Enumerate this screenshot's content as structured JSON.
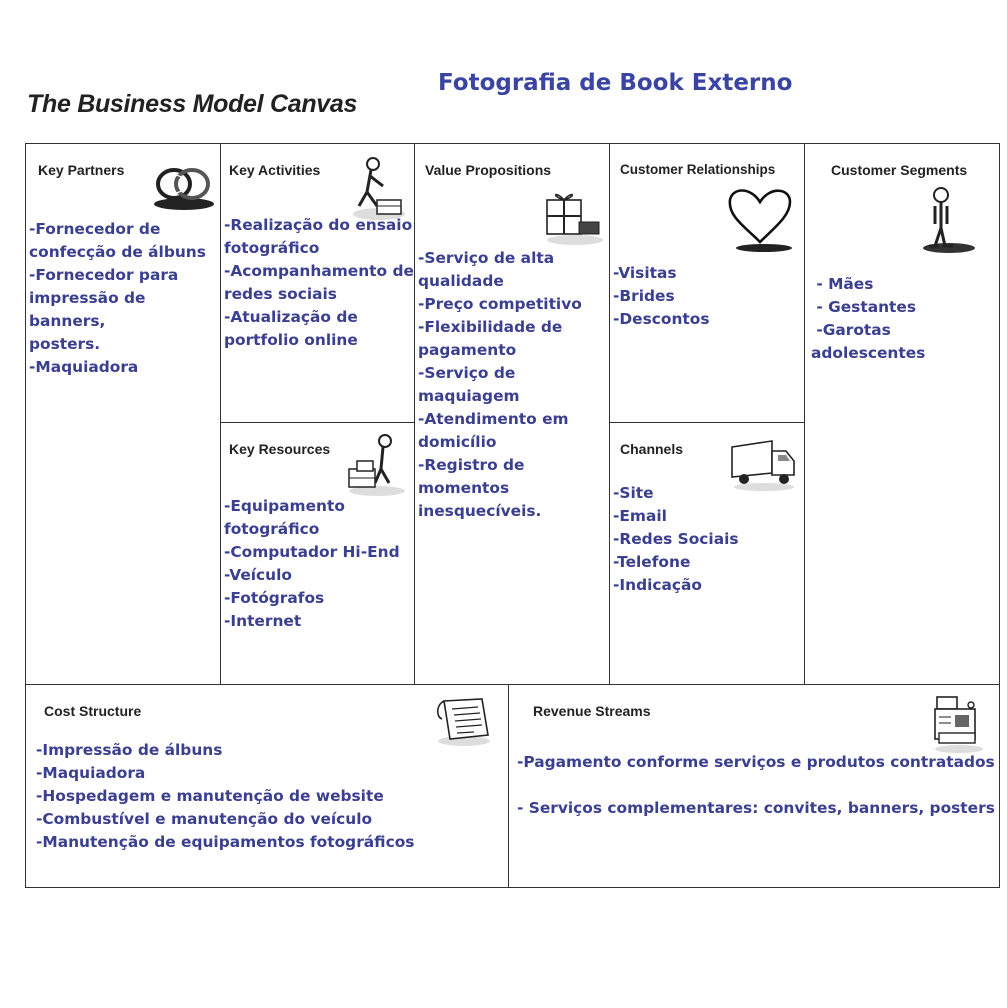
{
  "header": {
    "canvas_title": "The Business Model Canvas",
    "project_title": "Fotografia de Book Externo"
  },
  "blocks": {
    "key_partners": {
      "title": "Key Partners",
      "icon": "linked-rings-icon",
      "items": [
        "-Fornecedor de\nconfecção de álbuns",
        "-Fornecedor para\nimpressão de banners,\nposters.",
        "-Maquiadora"
      ]
    },
    "key_activities": {
      "title": "Key Activities",
      "icon": "person-working-icon",
      "items": [
        "-Realização do ensaio\nfotográfico",
        "-Acompanhamento de\nredes sociais",
        "-Atualização de\nportfolio online"
      ]
    },
    "key_resources": {
      "title": "Key Resources",
      "icon": "person-with-boxes-icon",
      "items": [
        "-Equipamento\nfotográfico",
        "-Computador Hi-End",
        "-Veículo",
        "-Fotógrafos",
        "-Internet"
      ]
    },
    "value_propositions": {
      "title": "Value Propositions",
      "icon": "gift-box-icon",
      "items": [
        "-Serviço de alta\nqualidade",
        "-Preço competitivo",
        "-Flexibilidade de\npagamento",
        "-Serviço de maquiagem",
        "-Atendimento em\ndomicílio",
        "-Registro de momentos\ninesquecíveis."
      ]
    },
    "customer_relationships": {
      "title": "Customer Relationships",
      "icon": "heart-icon",
      "items": [
        "-Visitas",
        "-Brides",
        "-Descontos"
      ]
    },
    "channels": {
      "title": "Channels",
      "icon": "delivery-truck-icon",
      "items": [
        "-Site",
        "-Email",
        "-Redes Sociais",
        "-Telefone",
        "-Indicação"
      ]
    },
    "customer_segments": {
      "title": "Customer Segments",
      "icon": "standing-person-icon",
      "items": [
        " - Mães",
        " - Gestantes",
        " -Garotas adolescentes"
      ]
    },
    "cost_structure": {
      "title": "Cost Structure",
      "icon": "receipt-icon",
      "items": [
        "-Impressão de álbuns",
        "-Maquiadora",
        "-Hospedagem e manutenção de website",
        "-Combustível e manutenção do veículo",
        "-Manutenção de equipamentos fotográficos"
      ]
    },
    "revenue_streams": {
      "title": "Revenue Streams",
      "icon": "cash-register-icon",
      "items": [
        "-Pagamento conforme serviços e produtos contratados",
        " ",
        "- Serviços complementares: convites, banners, posters"
      ]
    }
  }
}
